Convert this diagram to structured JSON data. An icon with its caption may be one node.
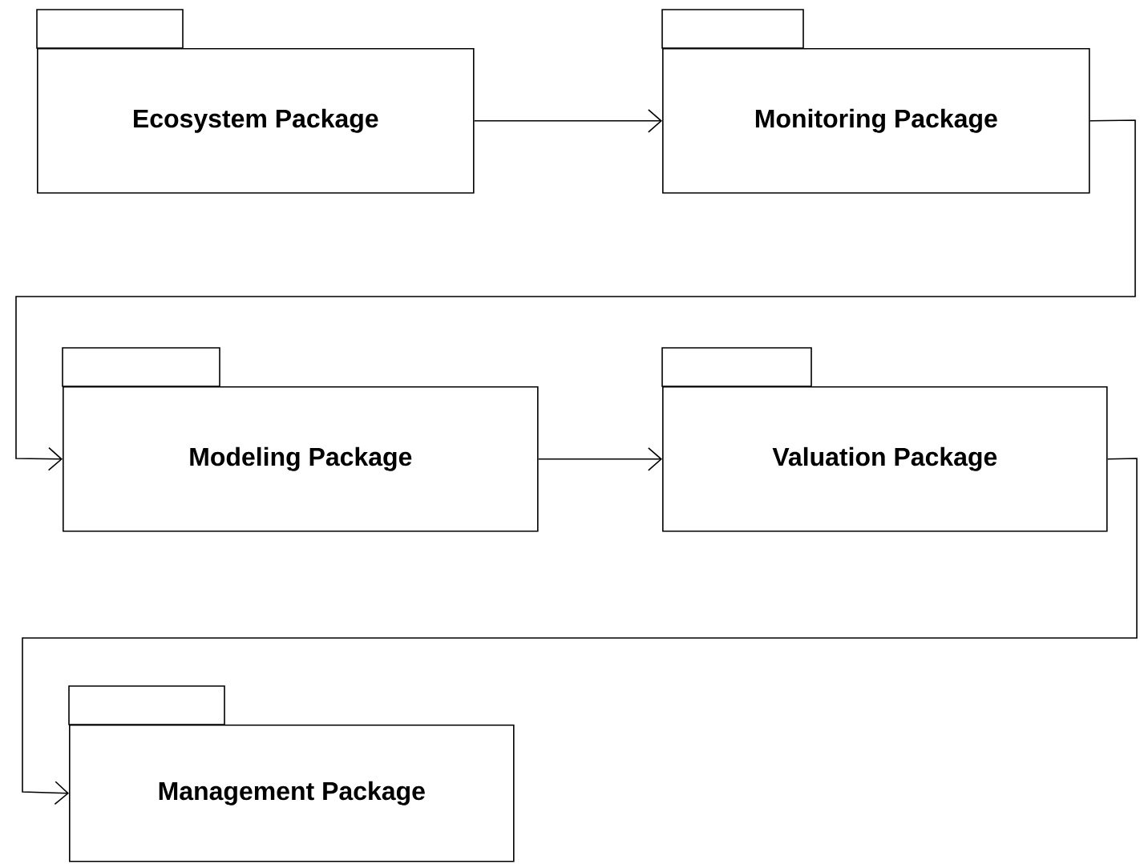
{
  "diagram": {
    "nodes": [
      {
        "text": [
          "Ecosystem Package"
        ]
      },
      {
        "text": [
          "Monitoring Package"
        ]
      },
      {
        "text": [
          "Modeling Package"
        ]
      },
      {
        "text": [
          "Valuation Package"
        ]
      },
      {
        "text": [
          "Management Package"
        ]
      }
    ],
    "edges": [
      {
        "from": 0,
        "to": 1,
        "arrow": "to"
      },
      {
        "from": 1,
        "to": 2,
        "arrow": "to"
      },
      {
        "from": 2,
        "to": 3,
        "arrow": "to"
      },
      {
        "from": 3,
        "to": 4,
        "arrow": "to"
      }
    ]
  }
}
